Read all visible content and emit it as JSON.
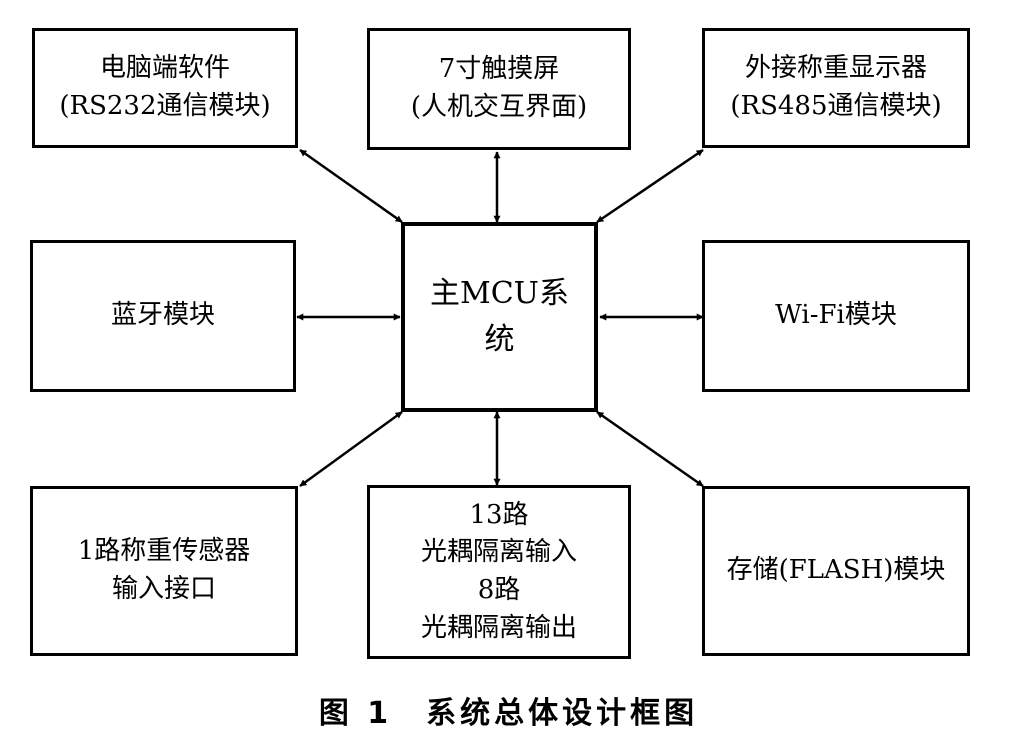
{
  "boxes": {
    "pc_software": {
      "line1": "电脑端软件",
      "line2": "(RS232通信模块)"
    },
    "touchscreen": {
      "line1": "7寸触摸屏",
      "line2": "(人机交互界面)"
    },
    "ext_display": {
      "line1": "外接称重显示器",
      "line2": "(RS485通信模块)"
    },
    "bluetooth": {
      "line1": "蓝牙模块"
    },
    "main_mcu": {
      "line1": "主MCU系",
      "line2": "统"
    },
    "wifi": {
      "line1": "Wi-Fi模块"
    },
    "weighing_sensor": {
      "line1": "1路称重传感器",
      "line2": "输入接口"
    },
    "optocoupler": {
      "line1": "13路",
      "line2": "光耦隔离输入",
      "line3": "8路",
      "line4": "光耦隔离输出"
    },
    "storage": {
      "line1": "存储(FLASH)模块"
    }
  },
  "caption": {
    "figure_no": "图 1",
    "title": "系统总体设计框图"
  }
}
